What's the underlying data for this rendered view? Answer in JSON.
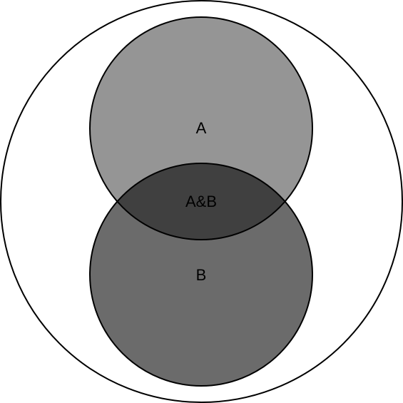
{
  "diagram": {
    "type": "venn",
    "universe": {
      "fill": "#ffffff",
      "stroke": "#000000"
    },
    "sets": [
      {
        "label": "A",
        "fill": "#959595"
      },
      {
        "label": "B",
        "fill": "#6b6b6b"
      }
    ],
    "intersection": {
      "label": "A&B",
      "fill": "#404040"
    }
  }
}
